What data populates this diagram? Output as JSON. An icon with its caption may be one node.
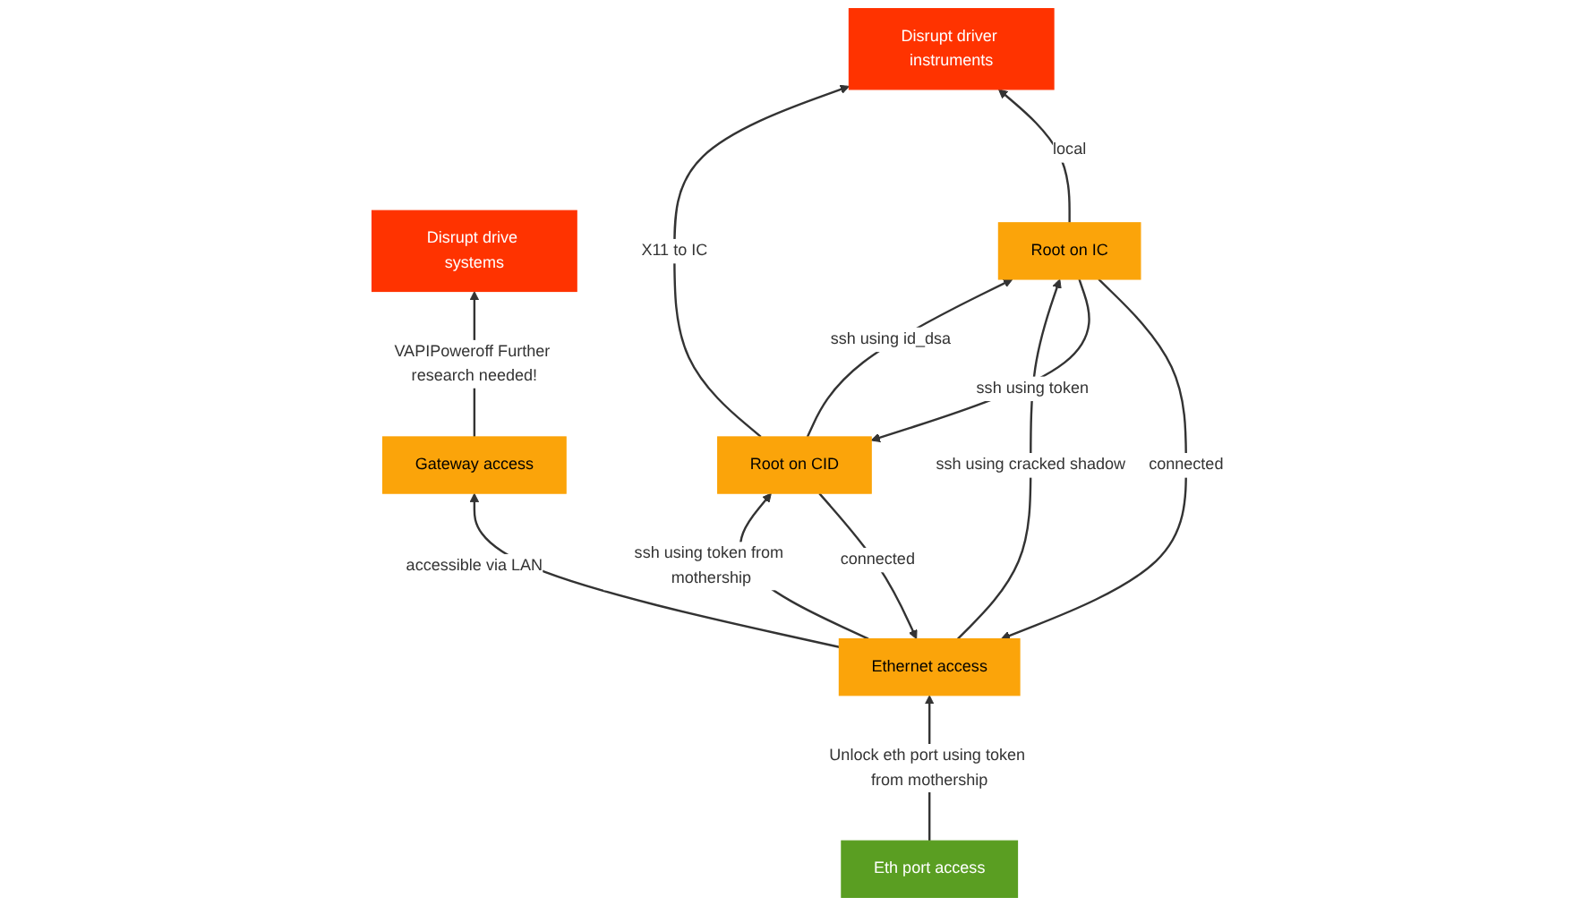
{
  "diagram": {
    "nodes": [
      {
        "text": [
          "Root on CID"
        ]
      },
      {
        "text": [
          "Disrupt driver instruments"
        ]
      },
      {
        "text": [
          "Root on IC"
        ]
      },
      {
        "text": [
          "Ethernet access"
        ]
      },
      {
        "text": [
          "Gateway access"
        ]
      },
      {
        "text": [
          "Disrupt drive systems"
        ]
      },
      {
        "text": [
          "Eth port access"
        ]
      }
    ],
    "edges": [
      {
        "from": 0,
        "to": 1,
        "arrow": "to",
        "label": "X11 to IC"
      },
      {
        "from": 0,
        "to": 3,
        "arrow": "to",
        "label": "connected"
      },
      {
        "from": 3,
        "to": 0,
        "arrow": "to",
        "label": "ssh using token from mothership"
      },
      {
        "from": 2,
        "to": 0,
        "arrow": "to",
        "label": "ssh using token"
      },
      {
        "from": 0,
        "to": 2,
        "arrow": "to",
        "label": "ssh using id_dsa"
      },
      {
        "from": 2,
        "to": 1,
        "arrow": "to",
        "label": "local"
      },
      {
        "from": 2,
        "to": 3,
        "arrow": "to",
        "label": "connected"
      },
      {
        "from": 3,
        "to": 2,
        "arrow": "to",
        "label": "ssh using cracked shadow"
      },
      {
        "from": 3,
        "to": 4,
        "arrow": "to",
        "label": "accessible via LAN"
      },
      {
        "from": 4,
        "to": 5,
        "arrow": "to",
        "label": "VAPIPoweroff Further research needed!"
      },
      {
        "from": 6,
        "to": 3,
        "arrow": "to",
        "label": "Unlock eth port using token from mothership"
      }
    ]
  }
}
